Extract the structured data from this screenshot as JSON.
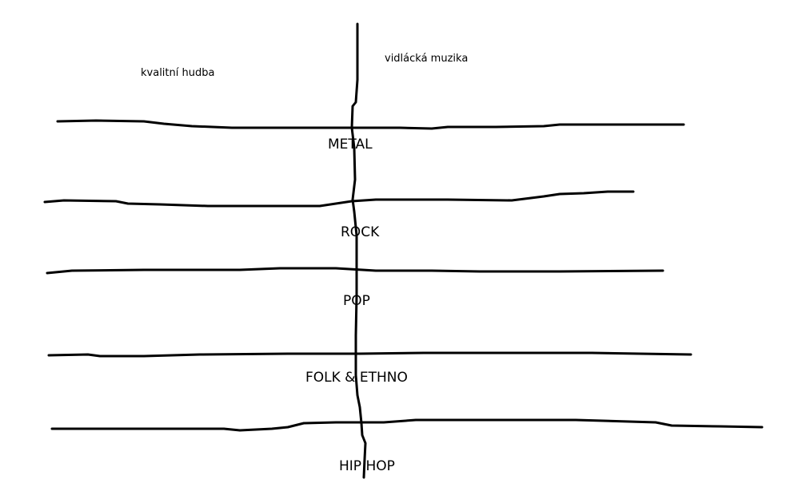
{
  "colors": {
    "background": "#ffffff",
    "ink": "#000000"
  },
  "labels": {
    "left_side": "kvalitní hudba",
    "right_side": "vidlácká muzika"
  },
  "genres": [
    "METAL",
    "ROCK",
    "POP",
    "FOLK & ETHNO",
    "HIP HOP"
  ]
}
